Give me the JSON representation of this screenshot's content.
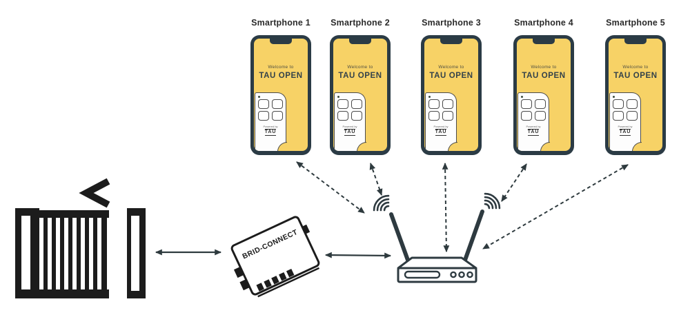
{
  "colors": {
    "background": "#ffffff",
    "phone_frame": "#2b3b45",
    "screen_yellow": "#f7d266",
    "icon_ink": "#1c1c1c",
    "router_ink": "#2e3a40",
    "arrow": "#2e3a3e",
    "label_text": "#2b2b2b"
  },
  "phones": {
    "screen": {
      "welcome": "Welcome to",
      "app_name": "TAU OPEN"
    },
    "remote": {
      "powered_by": "Powered by",
      "brand": "TAU"
    },
    "items": [
      {
        "label": "Smartphone 1"
      },
      {
        "label": "Smartphone 2"
      },
      {
        "label": "Smartphone 3"
      },
      {
        "label": "Smartphone 4"
      },
      {
        "label": "Smartphone 5"
      }
    ]
  },
  "devices": {
    "gateway": {
      "label": "BRID-CONNECT"
    },
    "router": {
      "icon": "wifi-router-icon"
    },
    "gate": {
      "icon": "sliding-gate-icon"
    }
  },
  "connections": {
    "wired": [
      "gate-gateway",
      "gateway-router"
    ],
    "wireless": [
      "phone1-router",
      "phone2-router",
      "phone3-router",
      "phone4-router",
      "phone5-router"
    ]
  }
}
